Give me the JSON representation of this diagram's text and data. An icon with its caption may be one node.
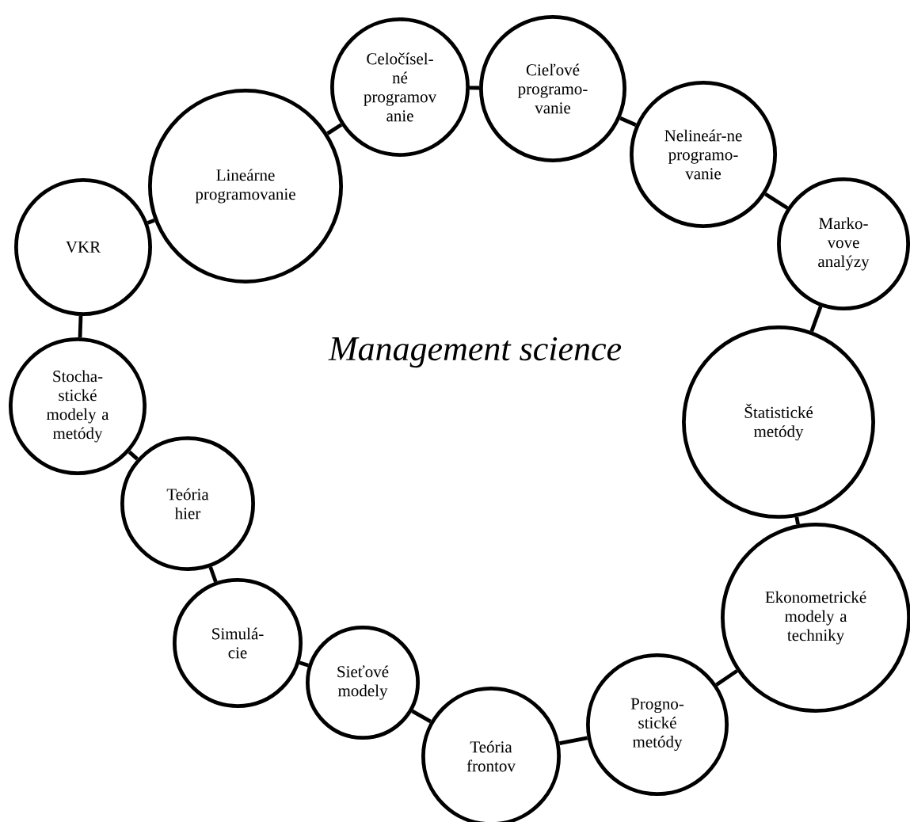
{
  "diagram": {
    "nodes": [
      {
        "text": [
          "VKR"
        ]
      },
      {
        "text": [
          "Lineárne programovanie"
        ]
      },
      {
        "text": [
          "Celočísel- né programov anie"
        ]
      },
      {
        "text": [
          "Cieľové programo- vanie"
        ]
      },
      {
        "text": [
          "Nelineár-ne programo- vanie"
        ]
      },
      {
        "text": [
          "Marko- vove analýzy"
        ]
      },
      {
        "text": [
          "Štatistické metódy"
        ]
      },
      {
        "text": [
          "Ekonometrické modely a techniky"
        ]
      },
      {
        "text": [
          "Progno- stické metódy"
        ]
      },
      {
        "text": [
          "Teória frontov"
        ]
      },
      {
        "text": [
          "Sieťové modely"
        ]
      },
      {
        "text": [
          "Simulá- cie"
        ]
      },
      {
        "text": [
          "Teória hier"
        ]
      },
      {
        "text": [
          "Stocha- stické modely a metódy"
        ]
      }
    ],
    "edges": [
      {
        "from": 0,
        "to": 1,
        "arrow": "none"
      },
      {
        "from": 1,
        "to": 2,
        "arrow": "none"
      },
      {
        "from": 2,
        "to": 3,
        "arrow": "none"
      },
      {
        "from": 3,
        "to": 4,
        "arrow": "none"
      },
      {
        "from": 4,
        "to": 5,
        "arrow": "none"
      },
      {
        "from": 5,
        "to": 6,
        "arrow": "none"
      },
      {
        "from": 6,
        "to": 7,
        "arrow": "none"
      },
      {
        "from": 7,
        "to": 8,
        "arrow": "none"
      },
      {
        "from": 8,
        "to": 9,
        "arrow": "none"
      },
      {
        "from": 9,
        "to": 10,
        "arrow": "none"
      },
      {
        "from": 10,
        "to": 11,
        "arrow": "none"
      },
      {
        "from": 11,
        "to": 12,
        "arrow": "none"
      },
      {
        "from": 12,
        "to": 13,
        "arrow": "none"
      },
      {
        "from": 13,
        "to": 0,
        "arrow": "none"
      }
    ],
    "labels": [
      "Management science"
    ]
  }
}
